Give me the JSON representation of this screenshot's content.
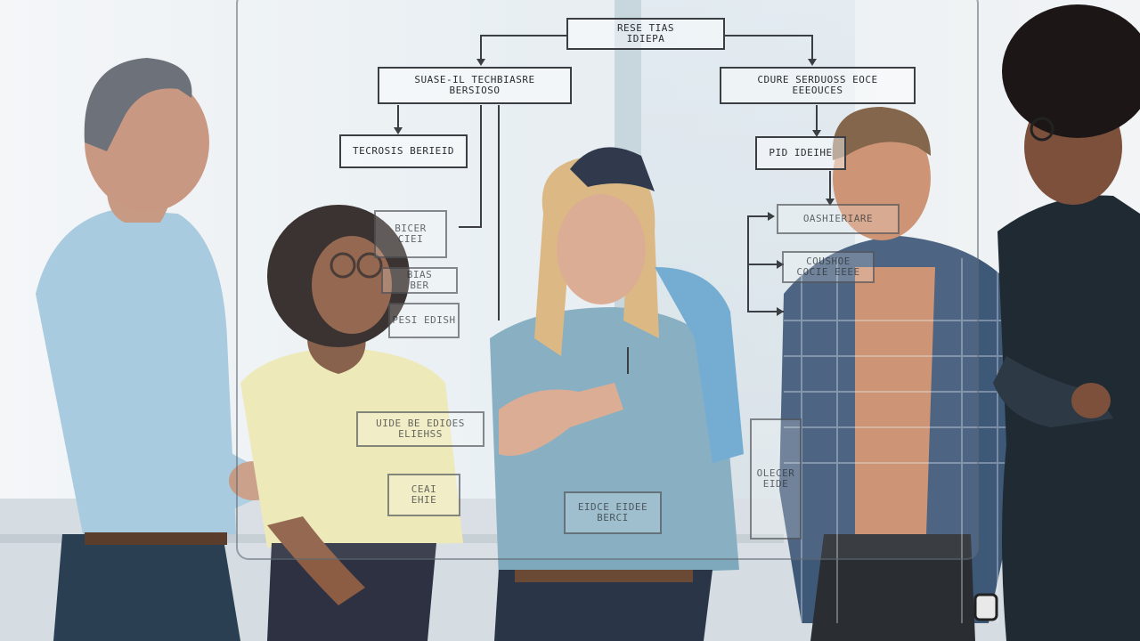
{
  "scene": {
    "description_colors": {
      "wall": "#eef2f5",
      "window": "#d7e3ea",
      "glass_border": "#5a646e",
      "ink": "#2a2d31"
    }
  },
  "flowchart": {
    "nodes": [
      {
        "id": "top",
        "label": "RESE TIAS\nIDIEPA"
      },
      {
        "id": "left1",
        "label": "SUASE-IL TECHBIASRE\nBERSIOSO"
      },
      {
        "id": "right1",
        "label": "CDURE SERDUOSS EOCE\nEEEOUCES"
      },
      {
        "id": "left2",
        "label": "TECROSIS BERIEID"
      },
      {
        "id": "right2",
        "label": "PID IDEIHE"
      },
      {
        "id": "l3",
        "label": "BICER\nCIEI"
      },
      {
        "id": "l4",
        "label": "BIAS\nBER"
      },
      {
        "id": "l5",
        "label": "PESI EDISH"
      },
      {
        "id": "r3",
        "label": "OASHIERIARE"
      },
      {
        "id": "r4",
        "label": "COUSHOE\nCOCIE EEEE"
      },
      {
        "id": "m1",
        "label": "UIDE BE EDIOES\nELIEHSS"
      },
      {
        "id": "m2",
        "label": "CEAI\nEHIE"
      },
      {
        "id": "m3",
        "label": "EIDCE EIDEE\nBERCI"
      },
      {
        "id": "r5",
        "label": "OLECER\nEIDE"
      }
    ]
  }
}
